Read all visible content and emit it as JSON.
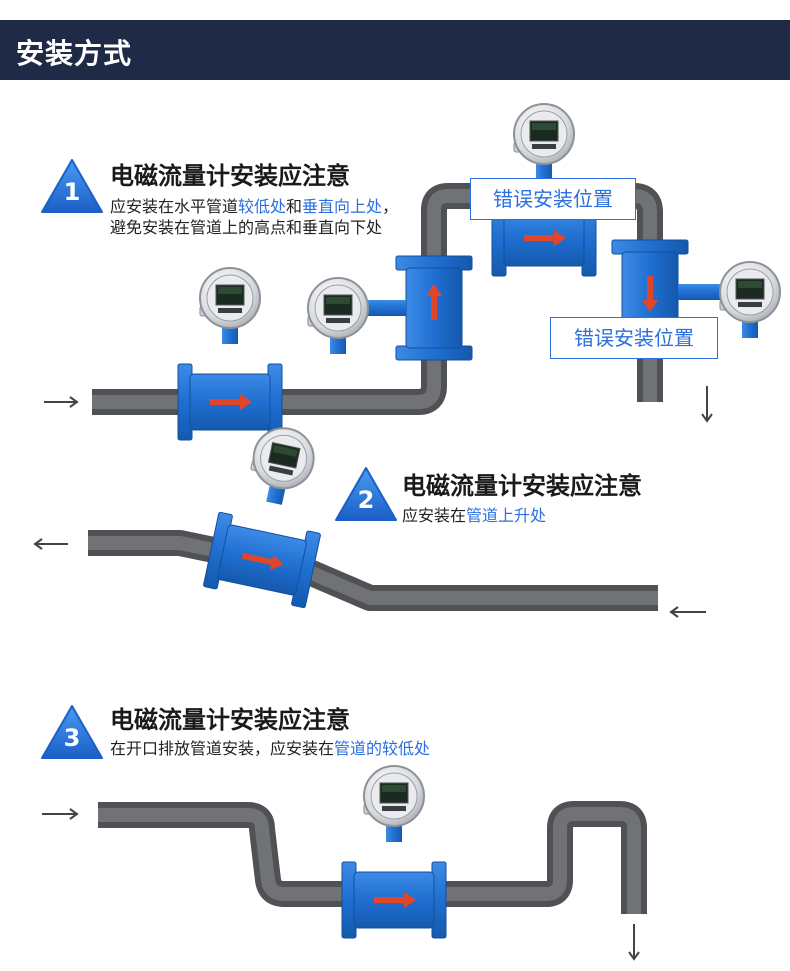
{
  "header": {
    "title": "安装方式"
  },
  "sections": [
    {
      "number": "1",
      "title": "电磁流量计安装应注意",
      "desc_parts": [
        "应安装在水平管道",
        "较低处",
        "和",
        "垂直向上处",
        "，避免安装在管道上的高点和垂直向下处"
      ]
    },
    {
      "number": "2",
      "title": "电磁流量计安装应注意",
      "desc_parts": [
        "应安装在",
        "管道上升处"
      ]
    },
    {
      "number": "3",
      "title": "电磁流量计安装应注意",
      "desc_parts": [
        "在开口排放管道安装，应安装在",
        "管道的较低处"
      ]
    }
  ],
  "error_labels": [
    "错误安装位置",
    "错误安装位置"
  ],
  "colors": {
    "header_bg": "#1f2b46",
    "accent_blue": "#2b6fe0",
    "meter_blue": "#1f6fd1",
    "pipe_gray": "#6e7074",
    "arrow_red": "#e2462a"
  }
}
